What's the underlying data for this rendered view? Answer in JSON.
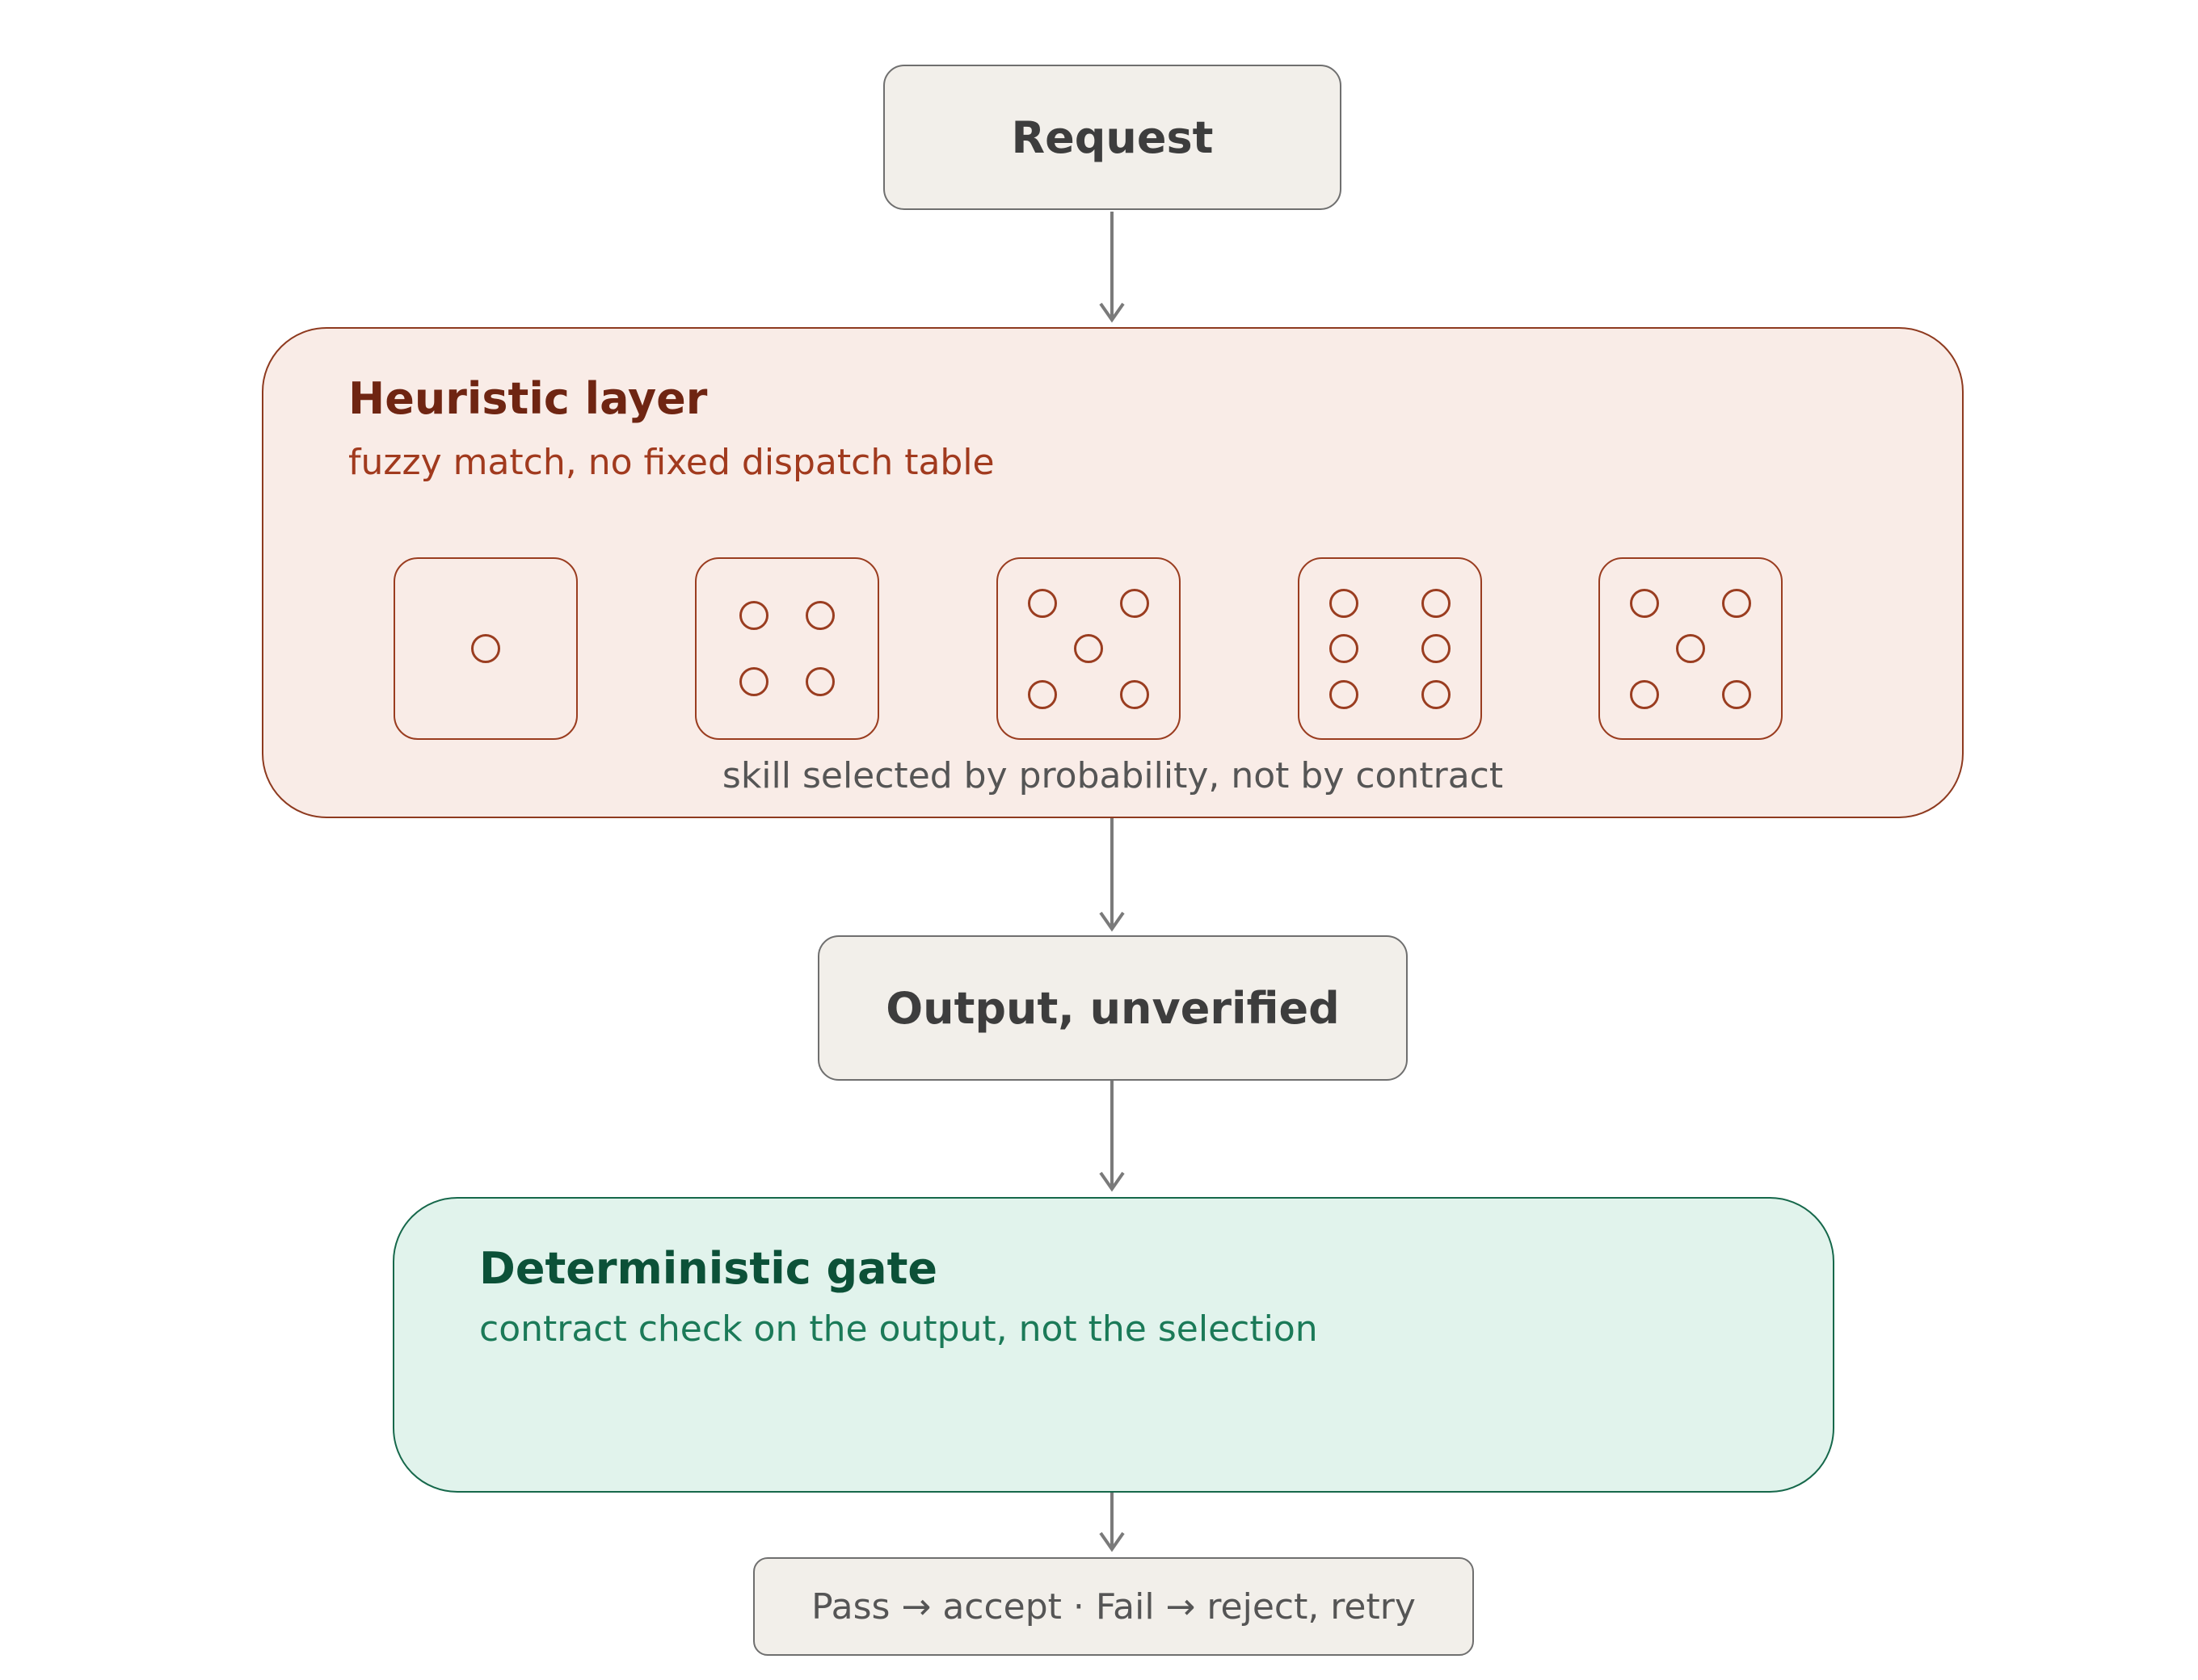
{
  "request": {
    "label": "Request"
  },
  "heuristic": {
    "title": "Heuristic layer",
    "subtitle": "fuzzy match, no fixed dispatch table",
    "caption": "skill selected by probability, not by contract",
    "dice": [
      {
        "name": "die-one",
        "pips": 1
      },
      {
        "name": "die-four",
        "pips": 4
      },
      {
        "name": "die-five",
        "pips": 5
      },
      {
        "name": "die-six",
        "pips": 6
      },
      {
        "name": "die-five-b",
        "pips": 5
      }
    ]
  },
  "output": {
    "label": "Output, unverified"
  },
  "gate": {
    "title": "Deterministic gate",
    "subtitle": "contract check on the output, not the selection"
  },
  "result": {
    "label": "Pass → accept · Fail → reject, retry"
  },
  "colors": {
    "heuristic_accent": "#8e3a1f",
    "gate_accent": "#16684b",
    "arrow": "#7a7a7a"
  }
}
